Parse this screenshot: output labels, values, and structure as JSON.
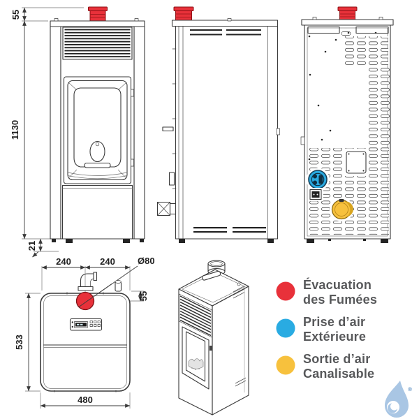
{
  "dimensions": {
    "front": {
      "flue_height": "55",
      "body_height": "1130",
      "base_height": "21"
    },
    "top": {
      "width_left": "240",
      "width_right": "240",
      "flue_diameter": "Ø80",
      "flue_offset": "55",
      "depth": "533",
      "width": "480"
    }
  },
  "legend": {
    "items": [
      {
        "id": "smoke-exhaust",
        "color": "#e8313a",
        "line1": "Évacuation",
        "line2": "des Fumées"
      },
      {
        "id": "outside-air-intake",
        "color": "#29abe2",
        "line1": "Prise d’air",
        "line2": "Extérieure"
      },
      {
        "id": "ductable-air-outlet",
        "color": "#f7c13d",
        "line1": "Sortie d’air",
        "line2": "Canalisable"
      }
    ]
  },
  "colors": {
    "flue_red": "#e8313a",
    "air_blue": "#29abe2",
    "duct_yellow": "#f7c13d",
    "logo_blue": "#a9c6e4",
    "line": "#3a3a3a"
  },
  "logo": {
    "registered": "®"
  }
}
